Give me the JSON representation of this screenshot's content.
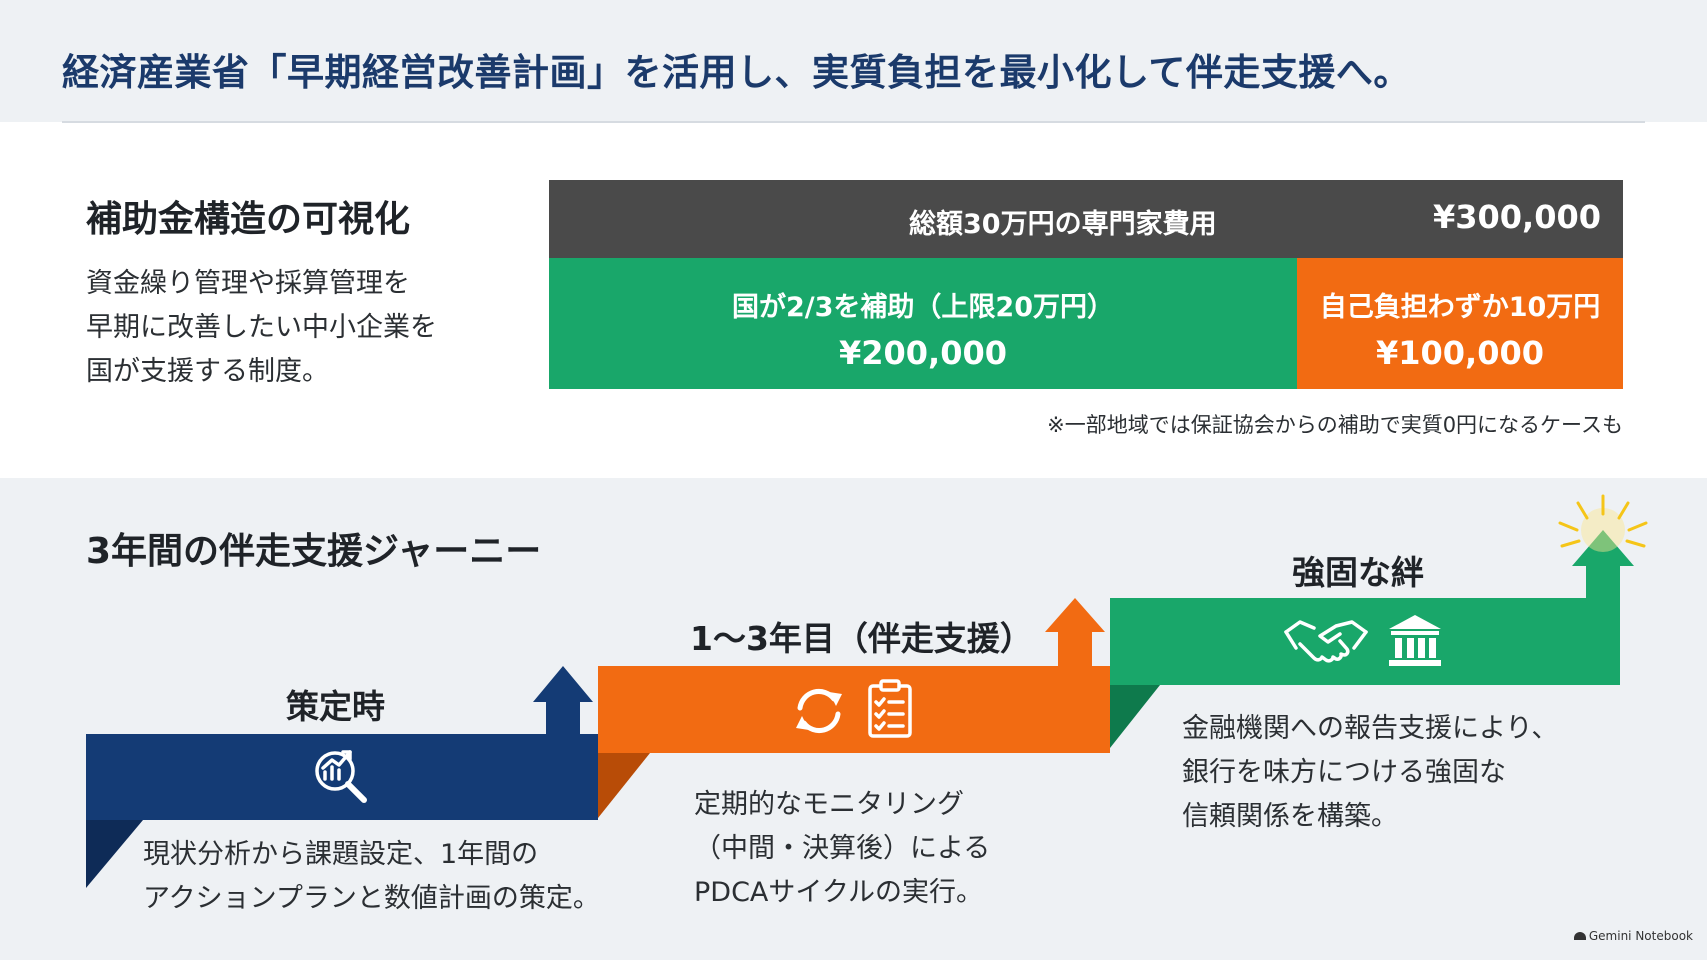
{
  "header": {
    "title": "経済産業省「早期経営改善計画」を活用し、実質負担を最小化して伴走支援へ。"
  },
  "subsidy": {
    "heading": "補助金構造の可視化",
    "description": [
      "資金繰り管理や採算管理を",
      "早期に改善したい中小企業を",
      "国が支援する制度。"
    ],
    "total": {
      "label": "総額30万円の専門家費用",
      "value": "¥300,000"
    },
    "government": {
      "label": "国が2/3を補助（上限20万円）",
      "value": "¥200,000",
      "amount": 200000,
      "color": "#19a76a"
    },
    "self": {
      "label": "自己負担わずか10万円",
      "value": "¥100,000",
      "amount": 100000,
      "color": "#f26b12"
    },
    "note": "※一部地域では保証協会からの補助で実質0円になるケースも"
  },
  "journey": {
    "heading": "3年間の伴走支援ジャーニー",
    "stages": [
      {
        "title": "策定時",
        "color": "#143b75",
        "icons": [
          "analysis-icon"
        ],
        "description": [
          "現状分析から課題設定、1年間の",
          "アクションプランと数値計画の策定。"
        ]
      },
      {
        "title": "1～3年目（伴走支援）",
        "color": "#f26b12",
        "icons": [
          "cycle-icon",
          "checklist-icon"
        ],
        "description": [
          "定期的なモニタリング",
          "（中間・決算後）による",
          "PDCAサイクルの実行。"
        ]
      },
      {
        "title": "強固な絆",
        "color": "#19a76a",
        "icons": [
          "handshake-icon",
          "bank-icon"
        ],
        "description": [
          "金融機関への報告支援により、",
          "銀行を味方につける強固な",
          "信頼関係を構築。"
        ]
      }
    ]
  },
  "footer": {
    "logo_text": "Gemini Notebook"
  }
}
